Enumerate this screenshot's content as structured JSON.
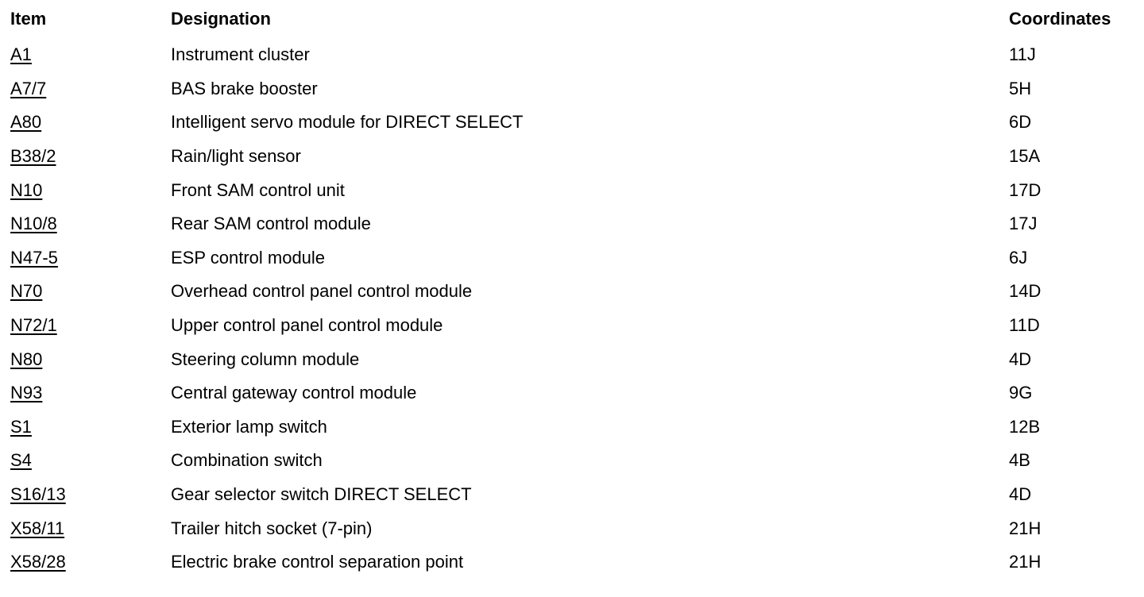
{
  "headers": {
    "item": "Item",
    "designation": "Designation",
    "coordinates": "Coordinates"
  },
  "rows": [
    {
      "item": "A1",
      "designation": "Instrument cluster",
      "coordinates": "11J"
    },
    {
      "item": "A7/7",
      "designation": "BAS brake booster",
      "coordinates": "5H"
    },
    {
      "item": "A80",
      "designation": "Intelligent servo module for DIRECT SELECT",
      "coordinates": "6D"
    },
    {
      "item": "B38/2",
      "designation": "Rain/light sensor",
      "coordinates": "15A"
    },
    {
      "item": "N10",
      "designation": "Front SAM control unit",
      "coordinates": "17D"
    },
    {
      "item": "N10/8",
      "designation": "Rear SAM control module",
      "coordinates": "17J"
    },
    {
      "item": "N47-5",
      "designation": "ESP control module",
      "coordinates": "6J"
    },
    {
      "item": "N70",
      "designation": "Overhead control panel control module",
      "coordinates": "14D"
    },
    {
      "item": "N72/1",
      "designation": "Upper control panel control module",
      "coordinates": "11D"
    },
    {
      "item": "N80",
      "designation": "Steering column module",
      "coordinates": "4D"
    },
    {
      "item": "N93",
      "designation": "Central gateway control module",
      "coordinates": "9G"
    },
    {
      "item": "S1",
      "designation": "Exterior lamp switch",
      "coordinates": "12B"
    },
    {
      "item": "S4",
      "designation": "Combination switch",
      "coordinates": "4B"
    },
    {
      "item": "S16/13",
      "designation": "Gear selector switch DIRECT SELECT",
      "coordinates": "4D"
    },
    {
      "item": "X58/11",
      "designation": "Trailer hitch socket (7-pin)",
      "coordinates": "21H"
    },
    {
      "item": "X58/28",
      "designation": "Electric brake control separation point",
      "coordinates": "21H"
    }
  ]
}
